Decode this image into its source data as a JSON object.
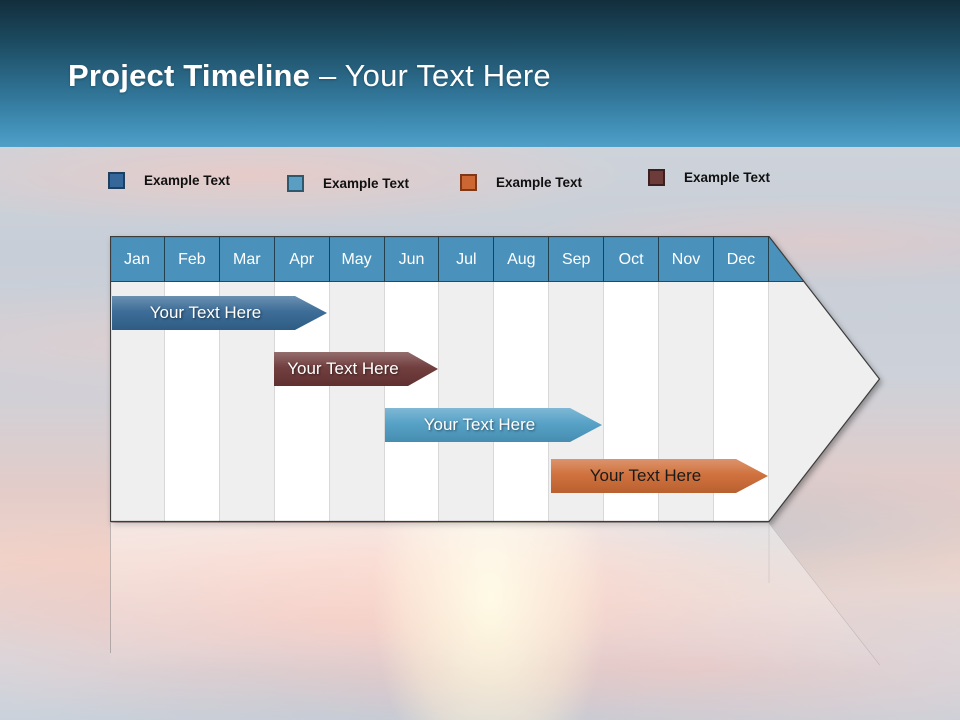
{
  "title": {
    "bold": "Project Timeline",
    "regular": "– Your Text Here"
  },
  "legend": {
    "items": [
      {
        "label": "Example Text",
        "color": "#36679A",
        "border": "#1E4060"
      },
      {
        "label": "Example Text",
        "color": "#5A9EC4",
        "border": "#2E586E"
      },
      {
        "label": "Example Text",
        "color": "#CC6633",
        "border": "#7E3A18"
      },
      {
        "label": "Example Text",
        "color": "#6E3B3B",
        "border": "#3C1F1F"
      }
    ]
  },
  "chart_data": {
    "type": "gantt",
    "title": "Project Timeline – Your Text Here",
    "months": [
      "Jan",
      "Feb",
      "Mar",
      "Apr",
      "May",
      "Jun",
      "Jul",
      "Aug",
      "Sep",
      "Oct",
      "Nov",
      "Dec"
    ],
    "header_color": "#4A92BB",
    "axis_range": [
      "Jan",
      "Dec"
    ],
    "layout": {
      "direction": "left-to-right",
      "shape": "right-arrow",
      "rows": 4
    },
    "tasks": [
      {
        "label": "Your Text Here",
        "start_month": "Jan",
        "end_month": "Apr",
        "row": 1,
        "color": "#336693",
        "text_color": "#FFFFFF"
      },
      {
        "label": "Your Text Here",
        "start_month": "Apr",
        "end_month": "Jun",
        "row": 2,
        "color": "#6B3535",
        "text_color": "#FFFFFF"
      },
      {
        "label": "Your Text Here",
        "start_month": "Jun",
        "end_month": "Sep",
        "row": 3,
        "color": "#4E9DC4",
        "text_color": "#FFFFFF"
      },
      {
        "label": "Your Text Here",
        "start_month": "Sep",
        "end_month": "Dec",
        "row": 4,
        "color": "#CE6B35",
        "text_color": "#1A1A1A"
      }
    ]
  }
}
